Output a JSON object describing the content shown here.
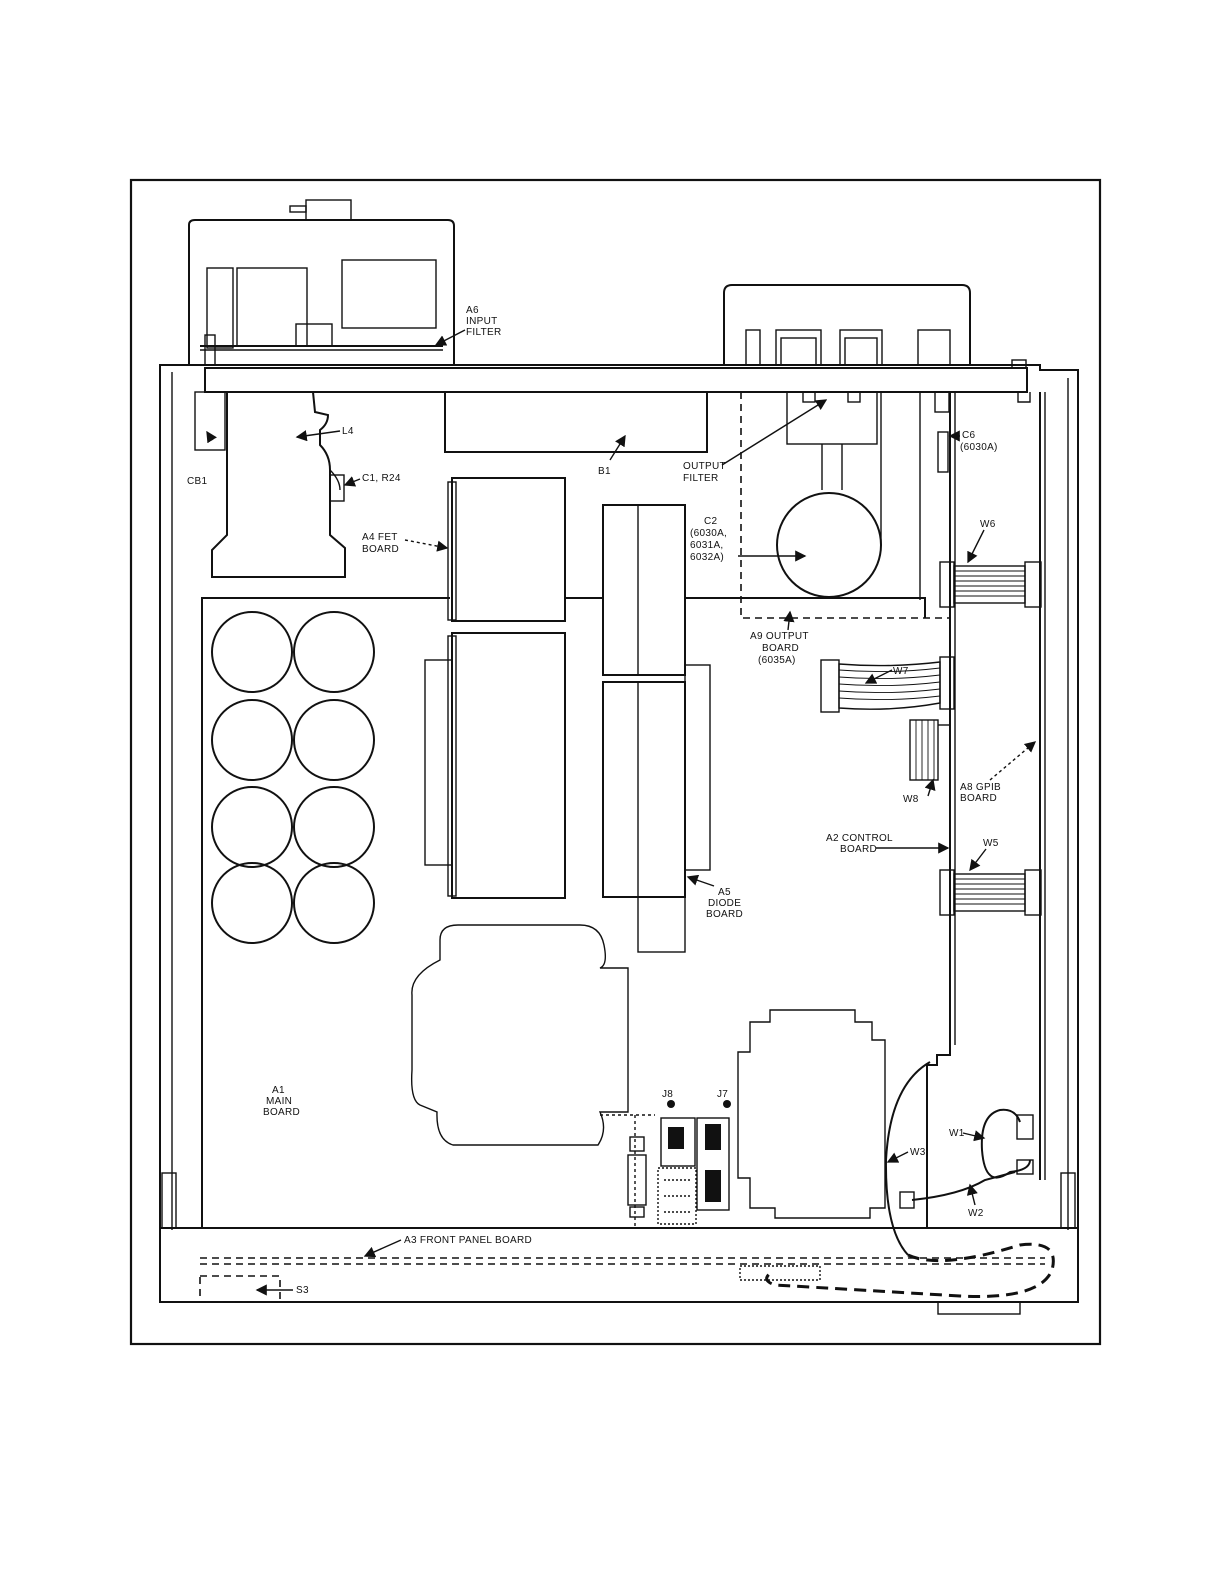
{
  "diagram": {
    "labels": {
      "a6": [
        "A6",
        "INPUT",
        "FILTER"
      ],
      "l4": "L4",
      "cb1": "CB1",
      "c1r24": "C1, R24",
      "b1": "B1",
      "output_filter": [
        "OUTPUT",
        "FILTER"
      ],
      "c6": [
        "C6",
        "(6030A)"
      ],
      "a4": [
        "A4 FET",
        "BOARD"
      ],
      "c2": [
        "C2",
        "(6030A,",
        "6031A,",
        "6032A)"
      ],
      "w6": "W6",
      "a9": [
        "A9 OUTPUT",
        "BOARD",
        "(6035A)"
      ],
      "w7": "W7",
      "w8": "W8",
      "a8": [
        "A8 GPIB",
        "BOARD"
      ],
      "a2": [
        "A2 CONTROL",
        "BOARD"
      ],
      "w5": "W5",
      "a5": [
        "A5",
        "DIODE",
        "BOARD"
      ],
      "a1": [
        "A1",
        "MAIN",
        "BOARD"
      ],
      "j8": "J8",
      "j7": "J7",
      "w1": "W1",
      "w3": "W3",
      "w2": "W2",
      "a3": "A3 FRONT PANEL BOARD",
      "s3": "S3"
    }
  }
}
